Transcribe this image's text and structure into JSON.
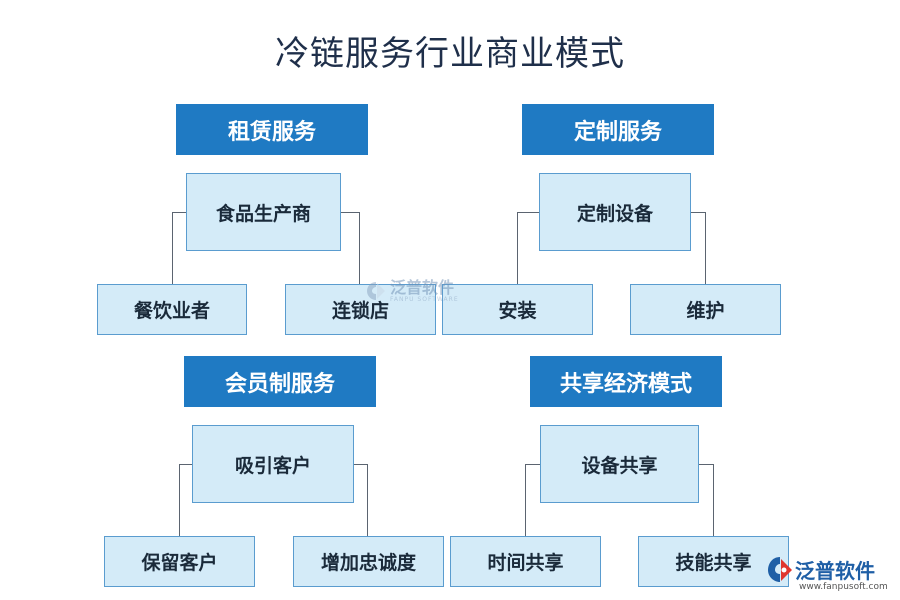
{
  "title": "冷链服务行业商业模式",
  "groups": [
    {
      "header": "租赁服务",
      "center": "食品生产商",
      "left": "餐饮业者",
      "right": "连锁店"
    },
    {
      "header": "定制服务",
      "center": "定制设备",
      "left": "安装",
      "right": "维护"
    },
    {
      "header": "会员制服务",
      "center": "吸引客户",
      "left": "保留客户",
      "right": "增加忠诚度"
    },
    {
      "header": "共享经济模式",
      "center": "设备共享",
      "left": "时间共享",
      "right": "技能共享"
    }
  ],
  "watermark": {
    "text": "泛普软件",
    "sub": "FANPU SOFTWARE"
  },
  "logo": {
    "text": "泛普软件",
    "url": "www.fanpusoft.com",
    "icon": "fanpu-logo-icon"
  },
  "colors": {
    "header_bg": "#1f7ac3",
    "node_bg": "#d4ebf8",
    "node_border": "#5a9ccf",
    "connector": "#5b6470"
  }
}
